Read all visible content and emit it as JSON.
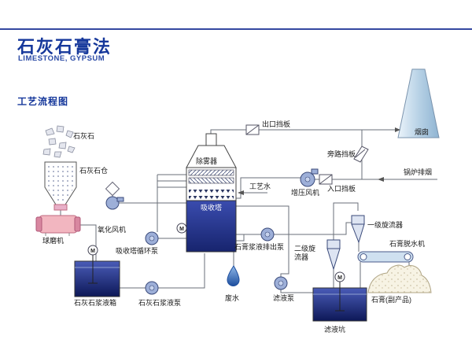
{
  "header": {
    "title": "石灰石膏法",
    "subtitle": "LIMESTONE, GYPSUM",
    "section_title": "工艺流程图"
  },
  "motor_label": "M",
  "labels": {
    "limestone": "石灰石",
    "limestone_silo": "石灰石仓",
    "ball_mill": "球磨机",
    "oxidation_fan": "氧化风机",
    "circulation_pump": "吸收塔循环泵",
    "limestone_slurry_tank": "石灰石浆液箱",
    "limestone_slurry_pump": "石灰石浆液泵",
    "demister": "除雾器",
    "absorber": "吸收塔",
    "outlet_damper": "出口挡板",
    "bypass_damper": "旁路挡板",
    "inlet_damper": "入口挡板",
    "booster_fan": "增压风机",
    "boiler_flue_gas": "锅炉排烟",
    "chimney": "烟囱",
    "process_water": "工艺水",
    "gypsum_slurry_discharge_pump": "石膏浆液排出泵",
    "primary_cyclone": "一级旋流器",
    "secondary_cyclone": "二级旋流器",
    "gypsum_dewatering_machine": "石膏脱水机",
    "gypsum_byproduct": "石膏(副产品)",
    "wastewater": "废水",
    "filtrate_pump": "滤液泵",
    "filtrate_pit": "滤液坑"
  },
  "colors": {
    "title_blue": "#16389b",
    "divider_blue": "#3448a0",
    "tank_navy": "#0d1857",
    "tower_blue": "#17246e",
    "chimney_blue": "#b8d2e6",
    "mill_pink": "#f2b6c0",
    "pump_blue": "#9dafd8"
  }
}
